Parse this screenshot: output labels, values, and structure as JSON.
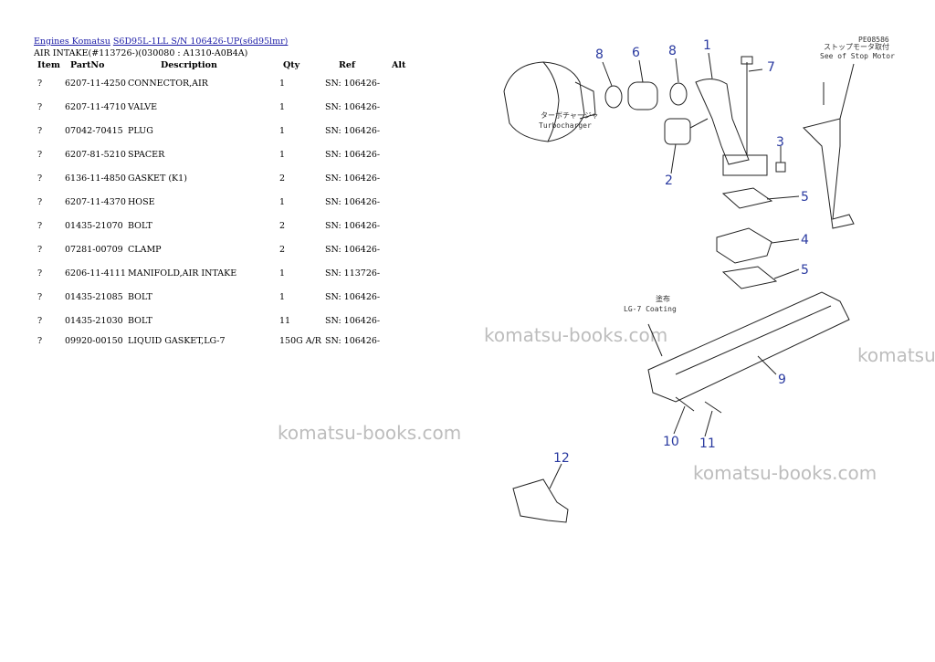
{
  "breadcrumb": {
    "link1": "Engines Komatsu",
    "link2": "S6D95L-1LL S/N 106426-UP(s6d95lmr)"
  },
  "subtitle": "AIR INTAKE(#113726-)(030080 : A1310-A0B4A)",
  "table": {
    "headers": {
      "item": "Item",
      "part": "PartNo",
      "desc": "Description",
      "qty": "Qty",
      "ref": "Ref",
      "alt": "Alt"
    },
    "rows": [
      {
        "item": "?",
        "part": "6207-11-4250",
        "desc": "CONNECTOR,AIR",
        "qty": "1",
        "ref": "SN: 106426-"
      },
      {
        "item": "?",
        "part": "6207-11-4710",
        "desc": "VALVE",
        "qty": "1",
        "ref": "SN: 106426-"
      },
      {
        "item": "?",
        "part": "07042-70415",
        "desc": "PLUG",
        "qty": "1",
        "ref": "SN: 106426-"
      },
      {
        "item": "?",
        "part": "6207-81-5210",
        "desc": "SPACER",
        "qty": "1",
        "ref": "SN: 106426-"
      },
      {
        "item": "?",
        "part": "6136-11-4850",
        "desc": "GASKET (K1)",
        "qty": "2",
        "ref": "SN: 106426-"
      },
      {
        "item": "?",
        "part": "6207-11-4370",
        "desc": "HOSE",
        "qty": "1",
        "ref": "SN: 106426-"
      },
      {
        "item": "?",
        "part": "01435-21070",
        "desc": "BOLT",
        "qty": "2",
        "ref": "SN: 106426-"
      },
      {
        "item": "?",
        "part": "07281-00709",
        "desc": "CLAMP",
        "qty": "2",
        "ref": "SN: 106426-"
      },
      {
        "item": "?",
        "part": "6206-11-4111",
        "desc": "MANIFOLD,AIR INTAKE",
        "qty": "1",
        "ref": "SN: 113726-"
      },
      {
        "item": "?",
        "part": "01435-21085",
        "desc": "BOLT",
        "qty": "1",
        "ref": "SN: 106426-"
      },
      {
        "item": "?",
        "part": "01435-21030",
        "desc": "BOLT",
        "qty": "11",
        "ref": "SN: 106426-"
      },
      {
        "item": "?",
        "part": "09920-00150",
        "desc": "LIQUID GASKET,LG-7",
        "qty": "150G A/R",
        "ref": "SN: 106426-"
      }
    ]
  },
  "watermark": "komatsu-books.com",
  "diagram": {
    "code": "PE08586",
    "labels": {
      "stop_jp": "ストップモータ取付",
      "stop_en": "See of Stop Motor",
      "turbo_jp": "ターボチャージャ",
      "turbo_en": "Turbocharger",
      "coat_jp": "塗布",
      "coat_en": "LG-7 Coating"
    },
    "callouts": [
      "8",
      "6",
      "8",
      "1",
      "7",
      "2",
      "3",
      "5",
      "4",
      "5",
      "9",
      "10",
      "11",
      "12"
    ]
  }
}
